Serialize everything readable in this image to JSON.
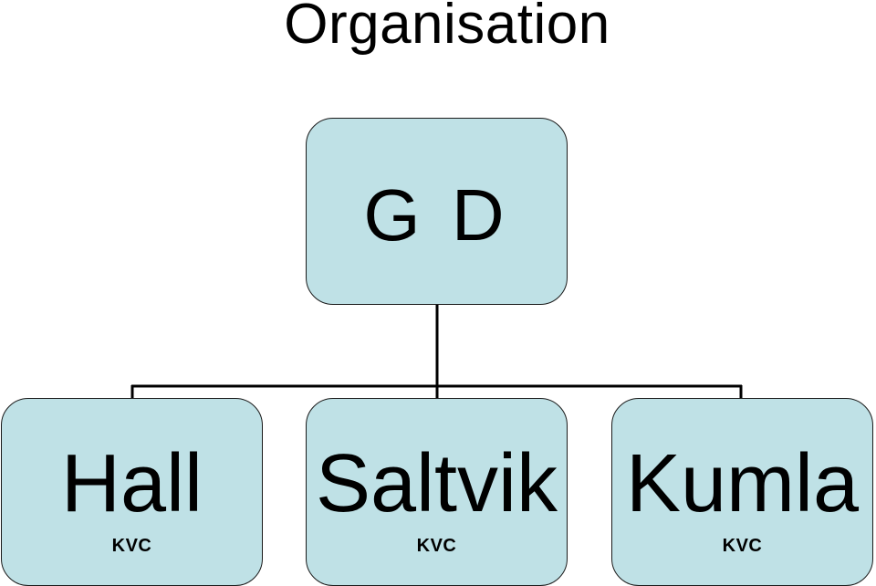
{
  "title": "Organisation",
  "root": {
    "label": "G D"
  },
  "children": [
    {
      "label": "Hall",
      "sublabel": "KVC"
    },
    {
      "label": "Saltvik",
      "sublabel": "KVC"
    },
    {
      "label": "Kumla",
      "sublabel": "KVC"
    }
  ],
  "colors": {
    "box_fill": "#bfe1e6",
    "box_border": "#1a1a1a",
    "connector": "#000000"
  }
}
